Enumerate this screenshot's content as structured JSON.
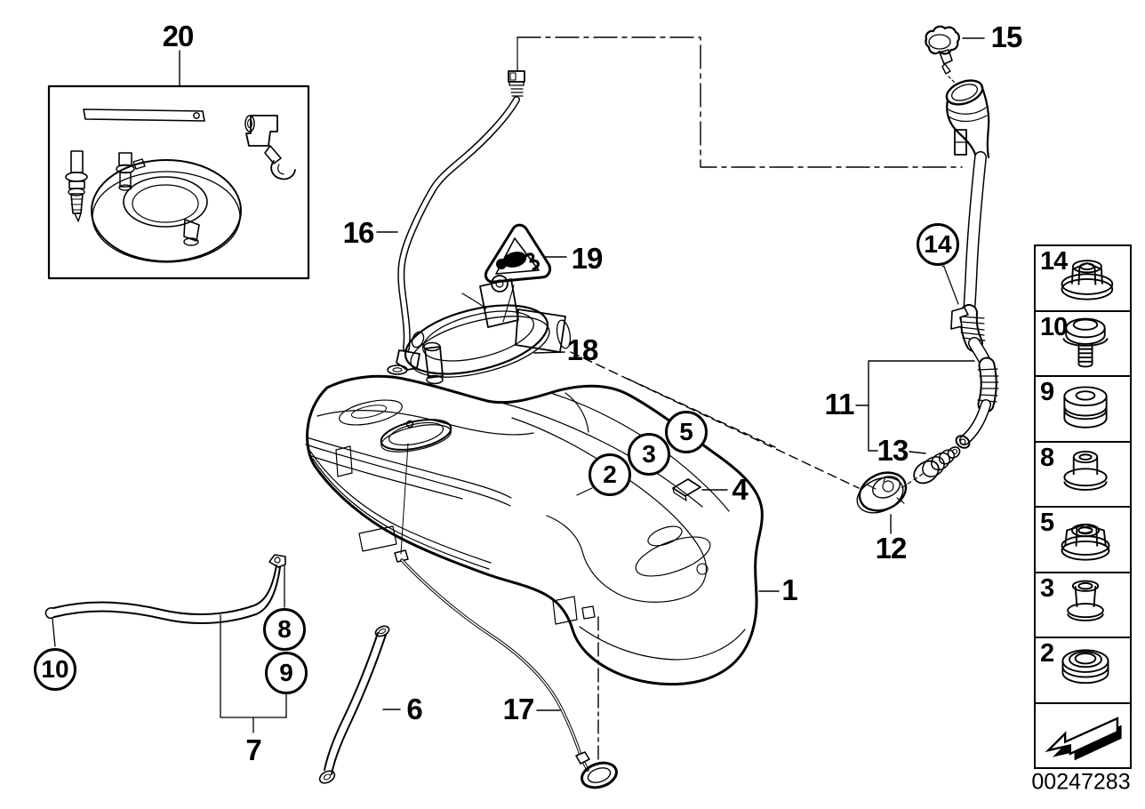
{
  "diagram": {
    "footer_id": "00247283"
  },
  "callouts": {
    "c1": {
      "label": "1"
    },
    "c2": {
      "label": "2"
    },
    "c3": {
      "label": "3"
    },
    "c4": {
      "label": "4"
    },
    "c5": {
      "label": "5"
    },
    "c6": {
      "label": "6"
    },
    "c7": {
      "label": "7"
    },
    "c8": {
      "label": "8"
    },
    "c9": {
      "label": "9"
    },
    "c10": {
      "label": "10"
    },
    "c11": {
      "label": "11"
    },
    "c12": {
      "label": "12"
    },
    "c13": {
      "label": "13"
    },
    "c14": {
      "label": "14"
    },
    "c15": {
      "label": "15"
    },
    "c16": {
      "label": "16"
    },
    "c17": {
      "label": "17"
    },
    "c18": {
      "label": "18"
    },
    "c19": {
      "label": "19"
    },
    "c20": {
      "label": "20"
    }
  },
  "sidebar": {
    "items": [
      {
        "label": "14",
        "icon": "flange-nut-icon"
      },
      {
        "label": "10",
        "icon": "hex-bolt-icon"
      },
      {
        "label": "9",
        "icon": "rubber-grommet-icon"
      },
      {
        "label": "8",
        "icon": "spacer-bushing-icon"
      },
      {
        "label": "5",
        "icon": "flange-lock-nut-icon"
      },
      {
        "label": "3",
        "icon": "sleeve-bushing-icon"
      },
      {
        "label": "2",
        "icon": "seal-grommet-icon"
      }
    ],
    "footer_arrow_icon": "direction-arrow-icon"
  },
  "colors": {
    "line": "#000000",
    "background": "#ffffff"
  }
}
